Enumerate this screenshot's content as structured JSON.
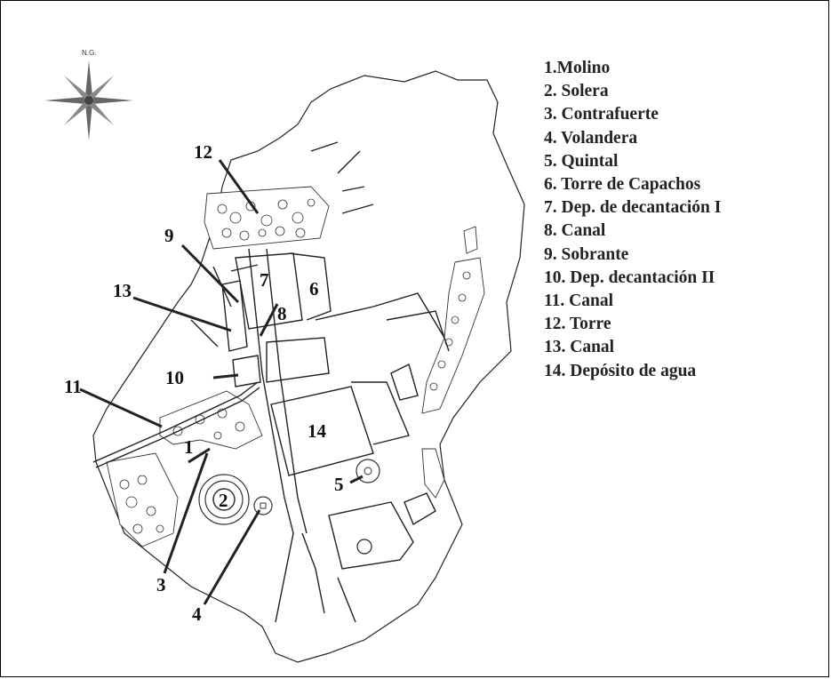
{
  "compass": {
    "label": "N.G."
  },
  "legend": [
    "1.Molino",
    "2. Solera",
    "3. Contrafuerte",
    "4. Volandera",
    "5. Quintal",
    "6. Torre de Capachos",
    "7. Dep. de decantación I",
    "8. Canal",
    "9. Sobrante",
    "10. Dep. decantación II",
    "11. Canal",
    "12. Torre",
    "13. Canal",
    "14. Depósito de agua"
  ],
  "map_labels": {
    "l1": "1",
    "l2": "2",
    "l3": "3",
    "l4": "4",
    "l5": "5",
    "l6": "6",
    "l7": "7",
    "l8": "8",
    "l9": "9",
    "l10": "10",
    "l11": "11",
    "l12": "12",
    "l13": "13",
    "l14": "14"
  }
}
